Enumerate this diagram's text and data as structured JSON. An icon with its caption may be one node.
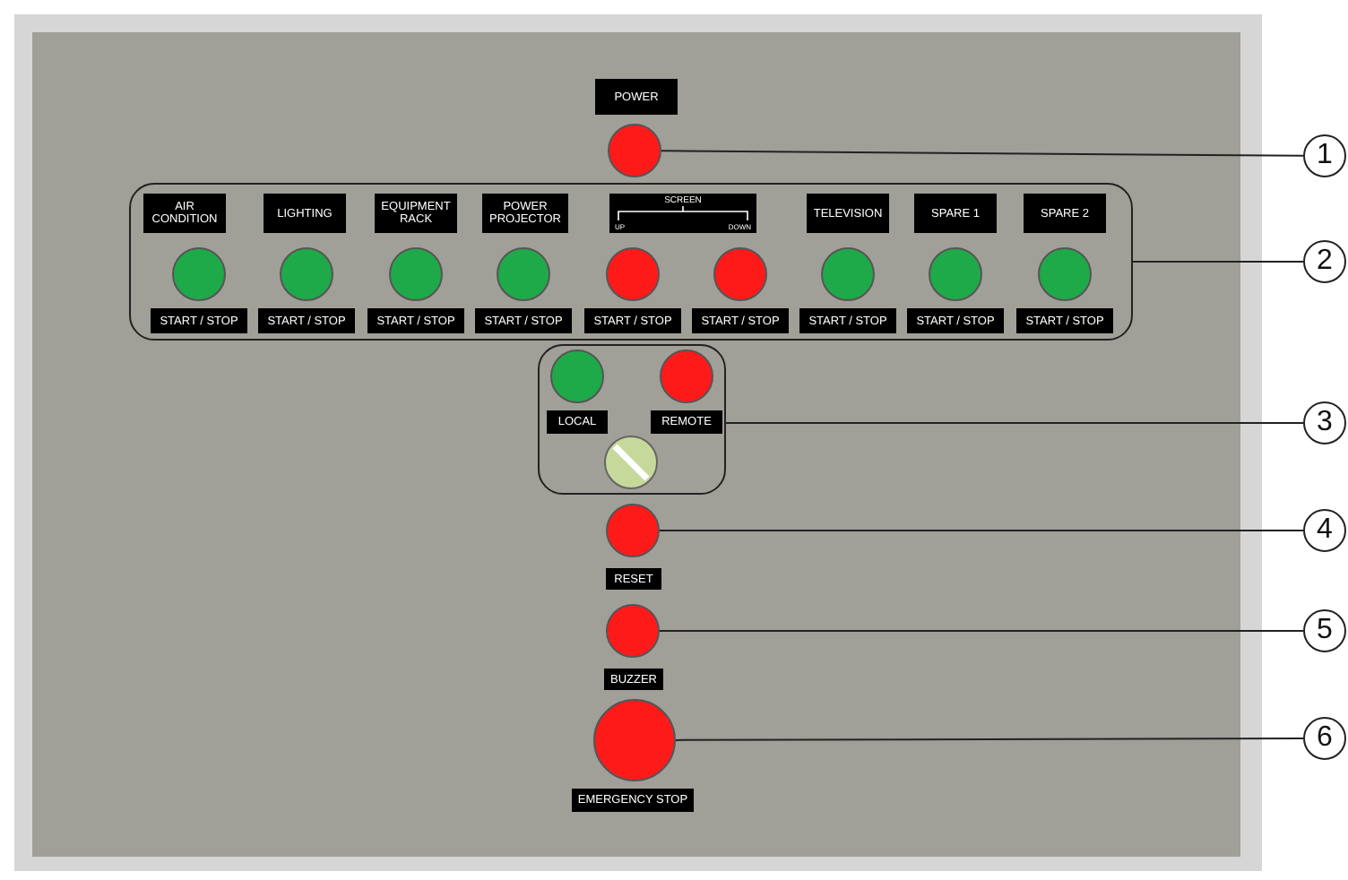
{
  "diagram": {
    "nodes": [
      {
        "text": [
          "POWER"
        ]
      },
      {
        "text": [],
        "shape": "circle"
      },
      {
        "text": [],
        "shape": "box"
      },
      {
        "text": [
          "AIR CONDITION"
        ],
        "in": 2
      },
      {
        "text": [
          "LIGHTING"
        ],
        "in": 2
      },
      {
        "text": [
          "EQUIPMENT RACK"
        ],
        "in": 2
      },
      {
        "text": [
          "POWER PROJECTOR"
        ],
        "in": 2
      },
      {
        "text": [
          "SCREEN",
          "UP",
          "DOWN"
        ],
        "in": 2
      },
      {
        "text": [
          "TELEVISION"
        ],
        "in": 2
      },
      {
        "text": [
          "SPARE 1"
        ],
        "in": 2
      },
      {
        "text": [
          "SPARE 2"
        ],
        "in": 2
      },
      {
        "text": [],
        "shape": "circle",
        "in": 2
      },
      {
        "text": [],
        "shape": "circle",
        "in": 2
      },
      {
        "text": [],
        "shape": "circle",
        "in": 2
      },
      {
        "text": [],
        "shape": "circle",
        "in": 2
      },
      {
        "text": [],
        "shape": "circle",
        "in": 2
      },
      {
        "text": [],
        "shape": "circle",
        "in": 2
      },
      {
        "text": [],
        "shape": "circle",
        "in": 2
      },
      {
        "text": [],
        "shape": "circle",
        "in": 2
      },
      {
        "text": [],
        "shape": "circle",
        "in": 2
      },
      {
        "text": [
          "START / STOP"
        ],
        "in": 2
      },
      {
        "text": [
          "START / STOP"
        ],
        "in": 2
      },
      {
        "text": [
          "START / STOP"
        ],
        "in": 2
      },
      {
        "text": [
          "START / STOP"
        ],
        "in": 2
      },
      {
        "text": [
          "START / STOP"
        ],
        "in": 2
      },
      {
        "text": [
          "START / STOP"
        ],
        "in": 2
      },
      {
        "text": [
          "START / STOP"
        ],
        "in": 2
      },
      {
        "text": [
          "START / STOP"
        ],
        "in": 2
      },
      {
        "text": [
          "START / STOP"
        ],
        "in": 2
      },
      {
        "text": [],
        "shape": "box"
      },
      {
        "text": [],
        "shape": "circle",
        "in": 29
      },
      {
        "text": [],
        "shape": "circle",
        "in": 29
      },
      {
        "text": [
          "LOCAL"
        ],
        "in": 29
      },
      {
        "text": [
          "REMOTE"
        ],
        "in": 29
      },
      {
        "text": [],
        "shape": "circle",
        "in": 29
      },
      {
        "text": [],
        "shape": "circle"
      },
      {
        "text": [
          "RESET"
        ]
      },
      {
        "text": [],
        "shape": "circle"
      },
      {
        "text": [
          "BUZZER"
        ]
      },
      {
        "text": [],
        "shape": "circle"
      },
      {
        "text": [
          "EMERGENCY STOP"
        ]
      },
      {
        "text": [
          "1"
        ]
      },
      {
        "text": [
          "2"
        ]
      },
      {
        "text": [
          "3"
        ]
      },
      {
        "text": [
          "4"
        ]
      },
      {
        "text": [
          "5"
        ]
      },
      {
        "text": [
          "6"
        ]
      }
    ],
    "edges": [
      {
        "from": 41,
        "to": 1,
        "arrow": "none"
      },
      {
        "from": 42,
        "to": 2,
        "arrow": "none"
      },
      {
        "from": 43,
        "to": 29,
        "arrow": "none"
      },
      {
        "from": 44,
        "to": 35,
        "arrow": "none"
      },
      {
        "from": 45,
        "to": 37,
        "arrow": "none"
      },
      {
        "from": 46,
        "to": 39,
        "arrow": "none"
      }
    ]
  }
}
